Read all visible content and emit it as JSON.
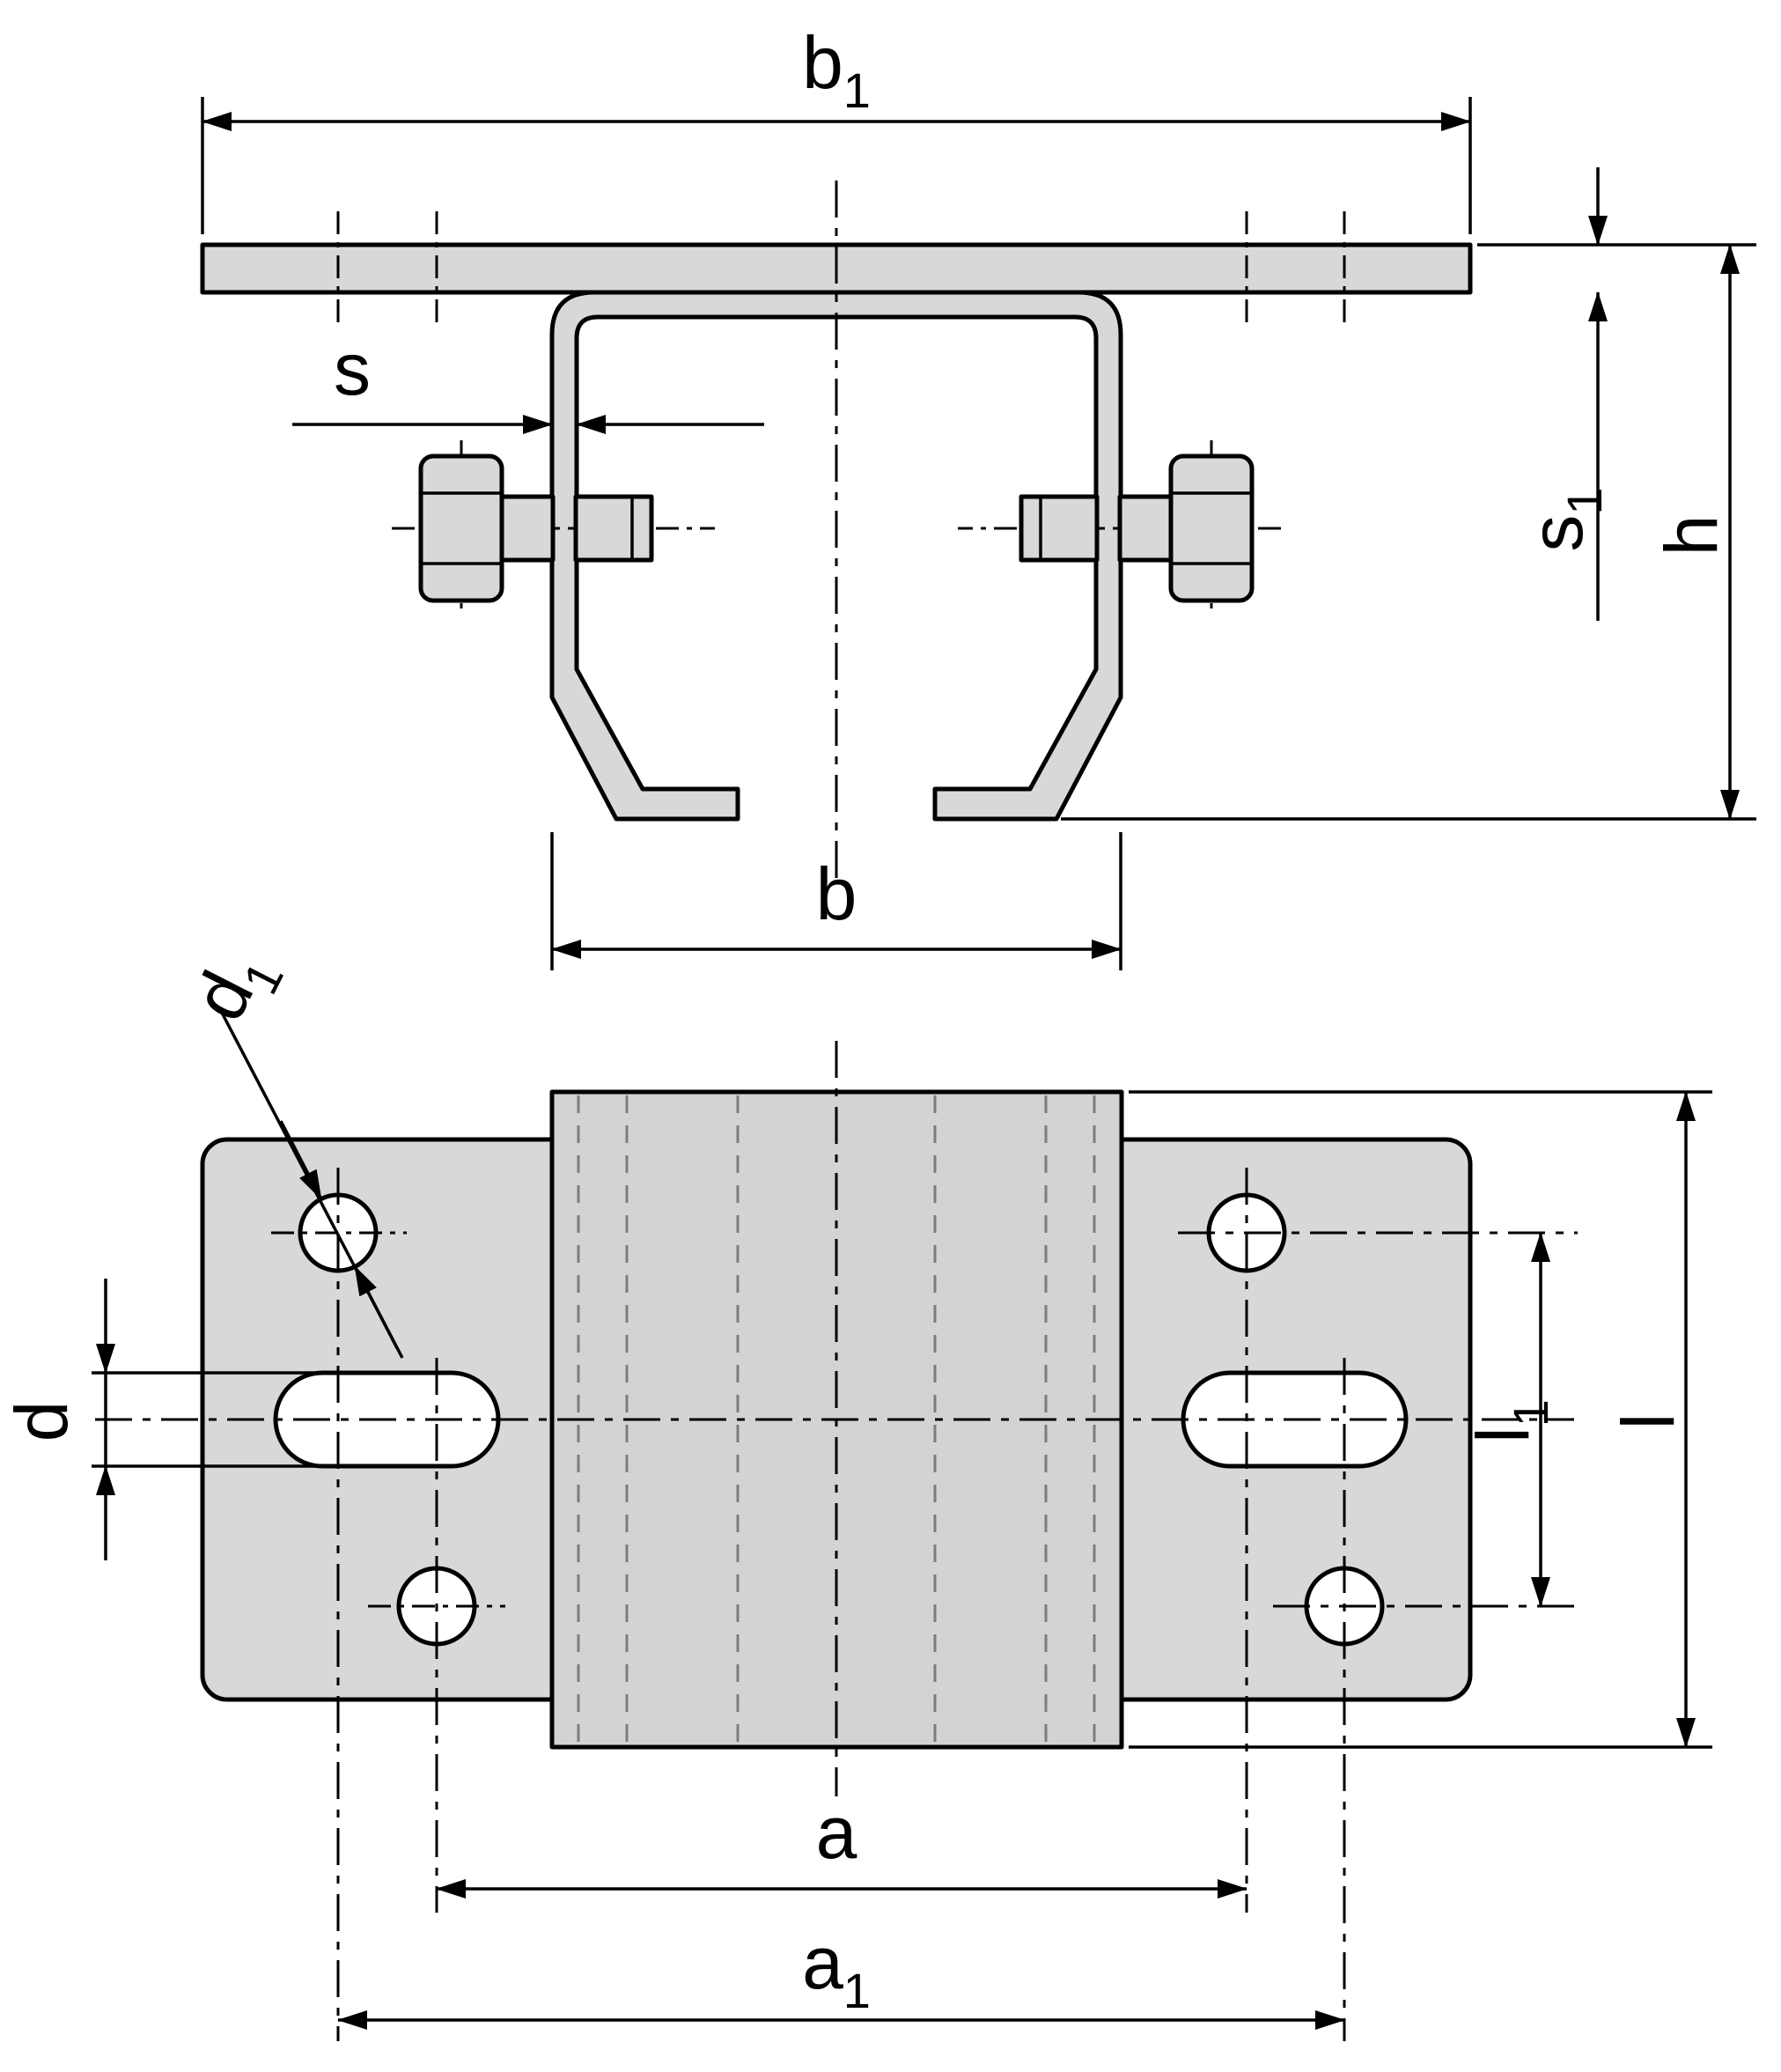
{
  "drawing": {
    "kind": "technical-dimension-drawing",
    "colors": {
      "background": "#ffffff",
      "part_fill": "#d8d8d8",
      "band_fill": "#d3d3d3",
      "hole_fill": "#ffffff",
      "outline": "#000000"
    },
    "dimension_labels": {
      "b1": {
        "base": "b",
        "sub": "1"
      },
      "s": {
        "base": "s",
        "sub": ""
      },
      "s1": {
        "base": "s",
        "sub": "1"
      },
      "h": {
        "base": "h",
        "sub": ""
      },
      "b": {
        "base": "b",
        "sub": ""
      },
      "d1": {
        "base": "d",
        "sub": "1"
      },
      "d": {
        "base": "d",
        "sub": ""
      },
      "l1": {
        "base": "l",
        "sub": "1"
      },
      "l": {
        "base": "l",
        "sub": ""
      },
      "a": {
        "base": "a",
        "sub": ""
      },
      "a1": {
        "base": "a",
        "sub": "1"
      }
    }
  }
}
